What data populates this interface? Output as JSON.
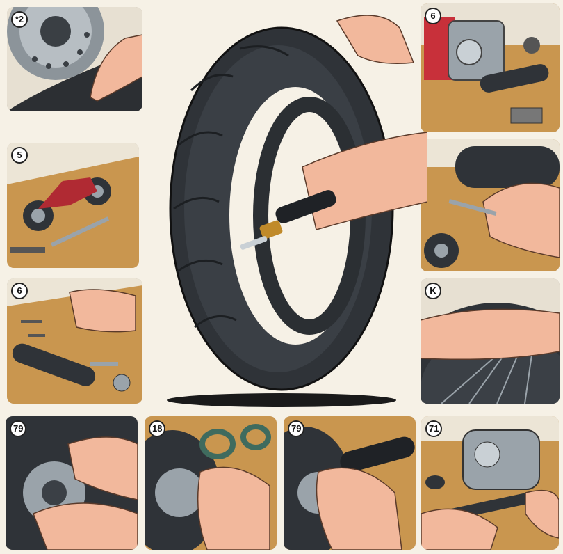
{
  "panels": {
    "top_left": {
      "label": "*2"
    },
    "top_right": {
      "label": "6"
    },
    "mid_left": {
      "label": "5"
    },
    "lower_left": {
      "label": "6"
    },
    "lower_right": {
      "label": "K"
    },
    "bottom_1": {
      "label": "79"
    },
    "bottom_2": {
      "label": "18"
    },
    "bottom_3": {
      "label": "79"
    },
    "bottom_4": {
      "label": "71"
    }
  },
  "colors": {
    "background": "#f6f1e6",
    "tire": "#2f3338",
    "skin": "#f2b89c",
    "wood": "#c9964f",
    "metal": "#9aa3aa",
    "brass": "#c08a2a"
  }
}
